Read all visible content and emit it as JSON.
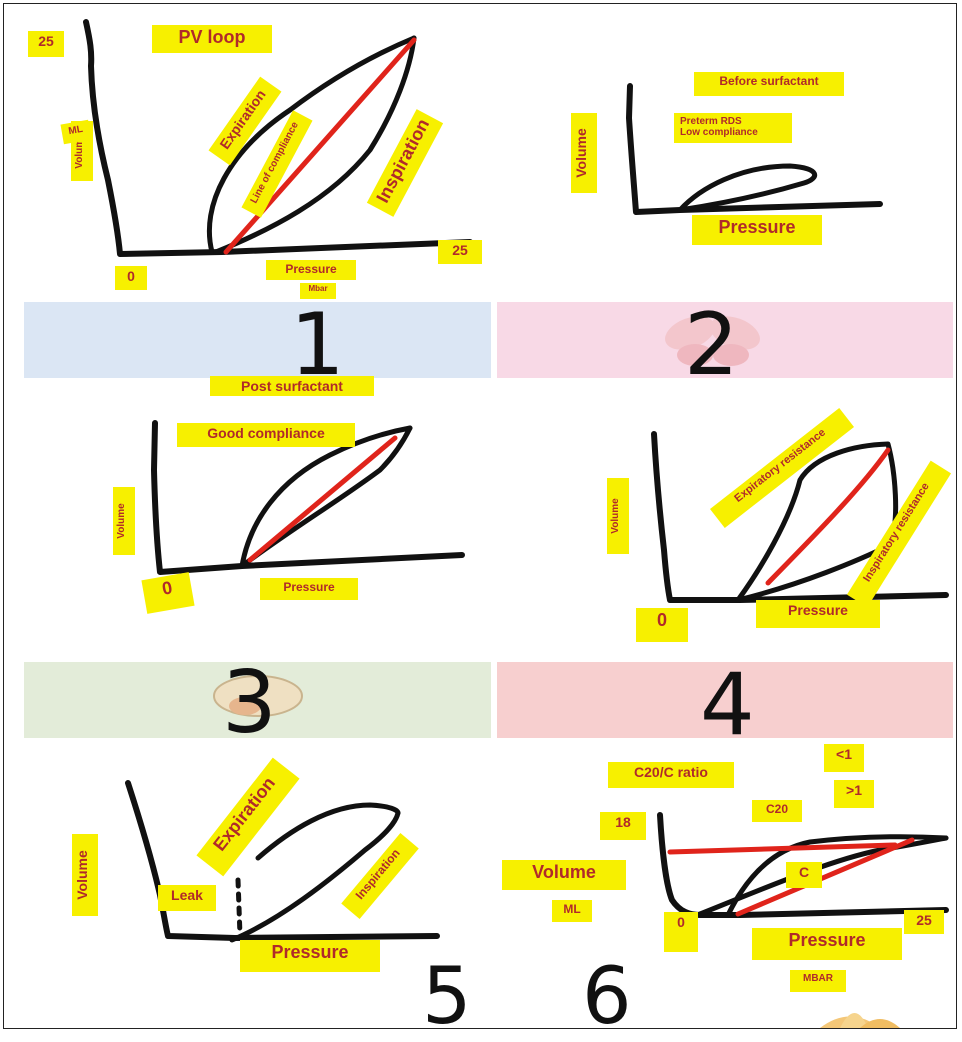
{
  "panels": {
    "p1": {
      "number": "1",
      "title": "PV loop",
      "y_top": "25",
      "y_label": "Volume",
      "y_unit": "ML",
      "origin": "0",
      "x_end": "25",
      "x_label": "Pressure",
      "x_unit": "Mbar",
      "expiration": "Expiration",
      "inspiration": "Inspiration",
      "compliance_line": "Line of compliance"
    },
    "p2": {
      "number": "2",
      "title": "Before surfactant",
      "note": "Preterm RDS\nLow compliance",
      "y_label": "Volume",
      "x_label": "Pressure"
    },
    "p3": {
      "number": "3",
      "title": "Post surfactant",
      "note": "Good compliance",
      "y_label": "Volume",
      "origin": "0",
      "x_label": "Pressure"
    },
    "p4": {
      "number": "4",
      "expiratory": "Expiratory resistance",
      "inspiratory": "Inspiratory resistance",
      "y_label": "Volume",
      "origin": "0",
      "x_label": "Pressure"
    },
    "p5": {
      "number": "5",
      "expiration": "Expiration",
      "inspiration": "Inspiration",
      "leak": "Leak",
      "y_label": "Volume",
      "x_label": "Pressure"
    },
    "p6": {
      "number": "6",
      "ratio": "C20/C ratio",
      "lt1": "<1",
      "gt1": ">1",
      "c20": "C20",
      "y_top": "18",
      "y_label": "Volume",
      "y_unit": "ML",
      "c": "C",
      "origin": "0",
      "x_end": "25",
      "x_label": "Pressure",
      "x_unit": "MBAR"
    }
  },
  "colors": {
    "sticky": "#f7f000",
    "sticky_text": "#b02a2a",
    "loop": "#111111",
    "compliance": "#e0241b",
    "band1": "#dbe6f4",
    "band2": "#f8d9e6",
    "band3": "#e3ecd9",
    "band4": "#f7cfcf"
  }
}
